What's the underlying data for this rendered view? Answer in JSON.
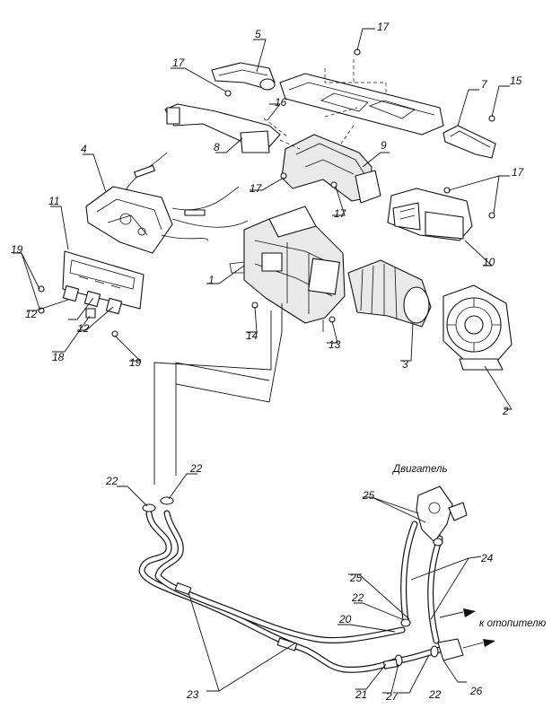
{
  "labels": {
    "l1": "1",
    "l2": "2",
    "l3": "3",
    "l4": "4",
    "l5": "5",
    "l7": "7",
    "l8": "8",
    "l9": "9",
    "l10": "10",
    "l11": "11",
    "l12a": "12",
    "l12b": "12",
    "l13": "13",
    "l14": "14",
    "l15": "15",
    "l16": "16",
    "l17a": "17",
    "l17b": "17",
    "l17c": "17",
    "l17d": "17",
    "l17e": "17",
    "l18": "18",
    "l19a": "19",
    "l19b": "19",
    "l20": "20",
    "l21": "21",
    "l22a": "22",
    "l22b": "22",
    "l22c": "22",
    "l22d": "22",
    "l23": "23",
    "l24": "24",
    "l25a": "25",
    "l25b": "25",
    "l26": "26",
    "l27": "27"
  },
  "captions": {
    "engine": "Двигатель",
    "to_heater": "к отопителю"
  }
}
